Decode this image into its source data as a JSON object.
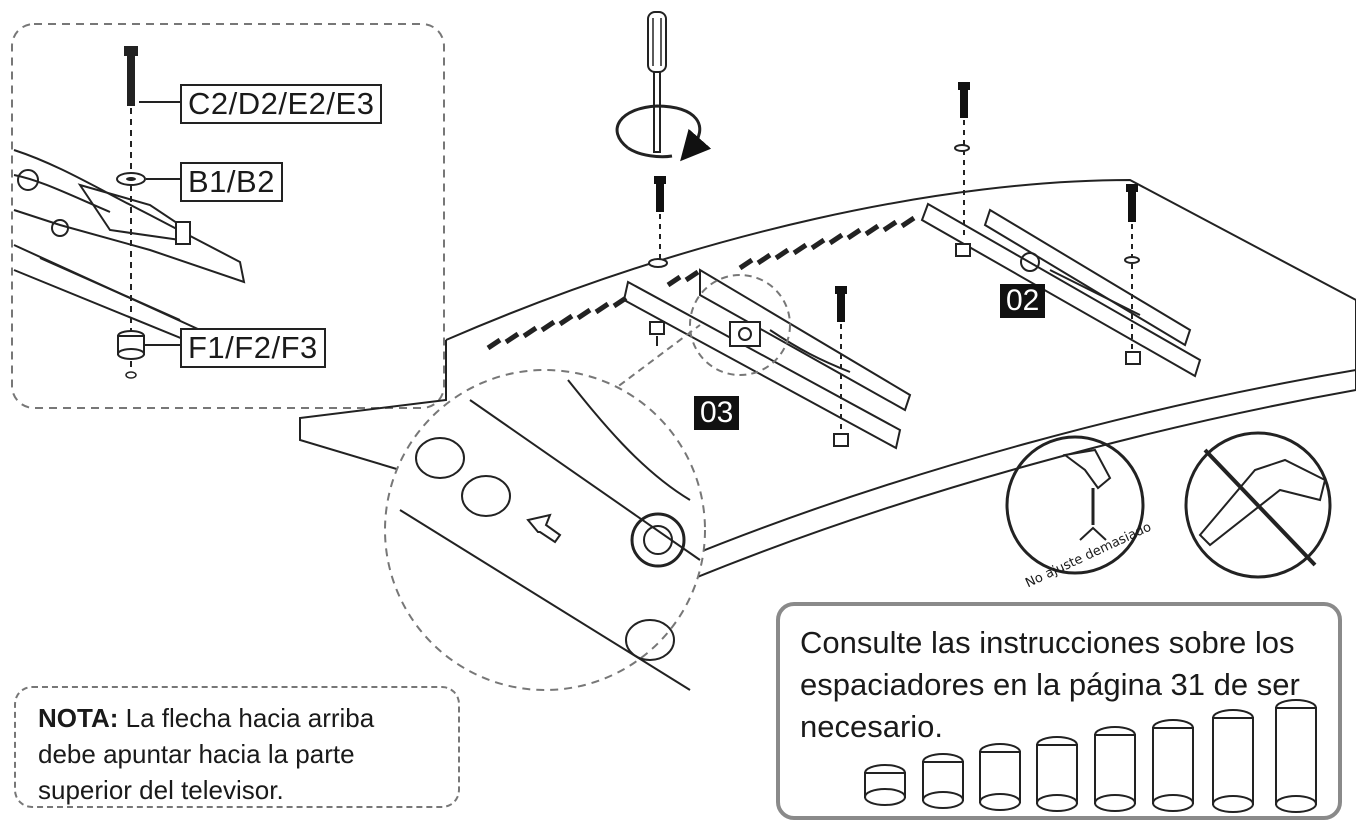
{
  "inset_labels": {
    "screw": "C2/D2/E2/E3",
    "washer": "B1/B2",
    "spacer": "F1/F2/F3"
  },
  "bracket_tags": {
    "left": "03",
    "right": "02"
  },
  "warning_circle_text": "No ajuste demasiado",
  "note": {
    "label": "NOTA:",
    "text": "La flecha hacia arriba debe apuntar hacia la parte superior del televisor."
  },
  "consult_text": "Consulte las instrucciones sobre los espaciadores en la página 31 de ser necesario.",
  "icons": [
    "screwdriver-icon",
    "rotate-arrow-icon",
    "no-allen-key-icon"
  ]
}
